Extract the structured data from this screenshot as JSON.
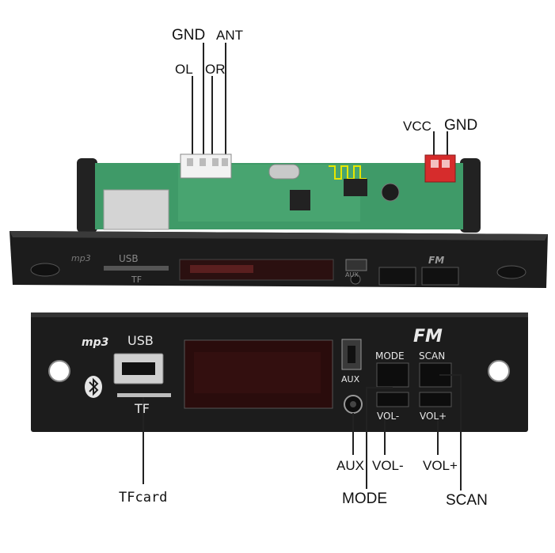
{
  "top_callouts": {
    "gnd": "GND",
    "ant": "ANT",
    "ol": "OL",
    "or": "OR",
    "vcc": "VCC",
    "gnd_power": "GND"
  },
  "top_panel": {
    "mp3_logo": "mp3",
    "usb": "USB",
    "tf": "TF",
    "aux": "AUX",
    "fm_logo": "FM"
  },
  "front_panel": {
    "mp3_logo": "mp3",
    "usb_label": "USB",
    "tf_label": "TF",
    "aux_label": "AUX",
    "fm_logo": "FM",
    "mode_label": "MODE",
    "scan_label": "SCAN",
    "vol_minus_label": "VOL-",
    "vol_plus_label": "VOL+",
    "bluetooth_icon": "bluetooth-icon"
  },
  "bottom_callouts": {
    "tfcard": "TFcard",
    "aux": "AUX",
    "vol_minus": "VOL-",
    "vol_plus": "VOL+",
    "mode": "MODE",
    "scan": "SCAN"
  },
  "colors": {
    "panel": "#1c1c1c",
    "pcb": "#3f9a68",
    "connector_red": "#d62c2c",
    "display": "#2a0c0c"
  }
}
